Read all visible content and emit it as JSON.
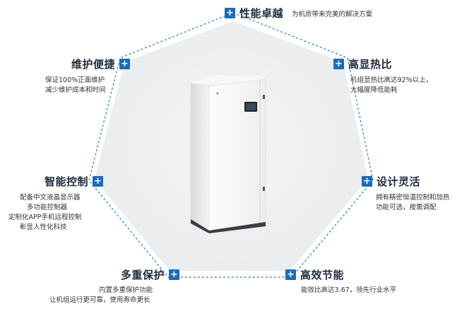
{
  "features": [
    {
      "id": "performance",
      "icon": "plus-icon",
      "title": "性能卓越",
      "desc": [
        "为机房带来完美的解决方案"
      ]
    },
    {
      "id": "maintenance",
      "icon": "plus-icon",
      "title": "维护便捷",
      "desc": [
        "保证100%正面维护",
        "减少维护成本和时间"
      ]
    },
    {
      "id": "sensible-heat",
      "icon": "plus-icon",
      "title": "高显热比",
      "desc": [
        "机组显热比高达92%以上，",
        "大幅度降低能耗"
      ]
    },
    {
      "id": "smart-control",
      "icon": "plus-icon",
      "title": "智能控制",
      "desc": [
        "配备中文液晶显示器",
        "多功能控制器",
        "定制化APP手机远程控制",
        "彰显人性化科技"
      ]
    },
    {
      "id": "flexible-design",
      "icon": "plus-icon",
      "title": "设计灵活",
      "desc": [
        "拥有精密恒温控制和加热",
        "功能可选，按需调配"
      ]
    },
    {
      "id": "protection",
      "icon": "plus-icon",
      "title": "多重保护",
      "desc": [
        "内置多重保护功能",
        "让机组运行更可靠，使用寿命更长"
      ]
    },
    {
      "id": "efficiency",
      "icon": "plus-icon",
      "title": "高效节能",
      "desc": [
        "能效比高达3.67，领先行业水平"
      ]
    }
  ],
  "colors": {
    "accent": "#1e6bb8",
    "hexagon_fill": "#eef0f2",
    "dashed_border": "#2a7bc4"
  }
}
